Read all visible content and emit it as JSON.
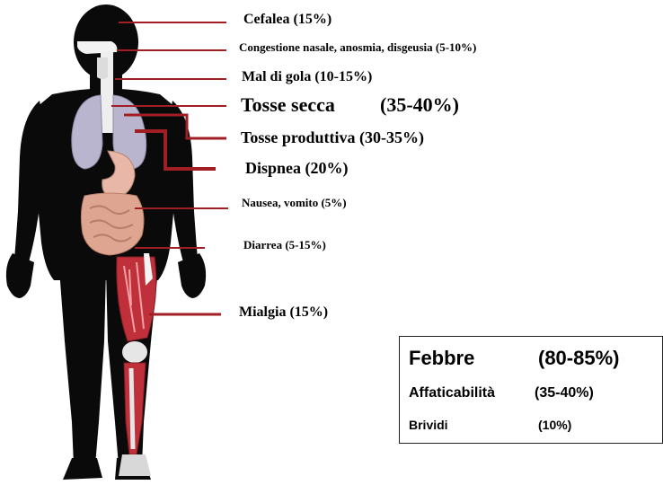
{
  "symptoms": {
    "cefalea": "Cefalea (15%)",
    "congestione": "Congestione nasale, anosmia, disgeusia (5-10%)",
    "mal_di_gola": "Mal di gola (10-15%)",
    "tosse_secca_name": "Tosse secca",
    "tosse_secca_pct": "(35-40%)",
    "tosse_produttiva": "Tosse produttiva (30-35%)",
    "dispnea": "Dispnea (20%)",
    "nausea": "Nausea, vomito (5%)",
    "diarrea": "Diarrea (5-15%)",
    "mialgia": "Mialgia (15%)"
  },
  "general": {
    "febbre_name": "Febbre",
    "febbre_pct": "(80-85%)",
    "affaticabilita_name": "Affaticabilità",
    "affaticabilita_pct": "(35-40%)",
    "brividi_name": "Brividi",
    "brividi_pct": "(10%)"
  },
  "colors": {
    "leader_line": "#a01e24",
    "body_silhouette": "#0a0a0a",
    "lungs": "#b9b5cf",
    "muscle": "#c0303a",
    "intestine": "#dea590",
    "bone": "#e6e6e6"
  }
}
